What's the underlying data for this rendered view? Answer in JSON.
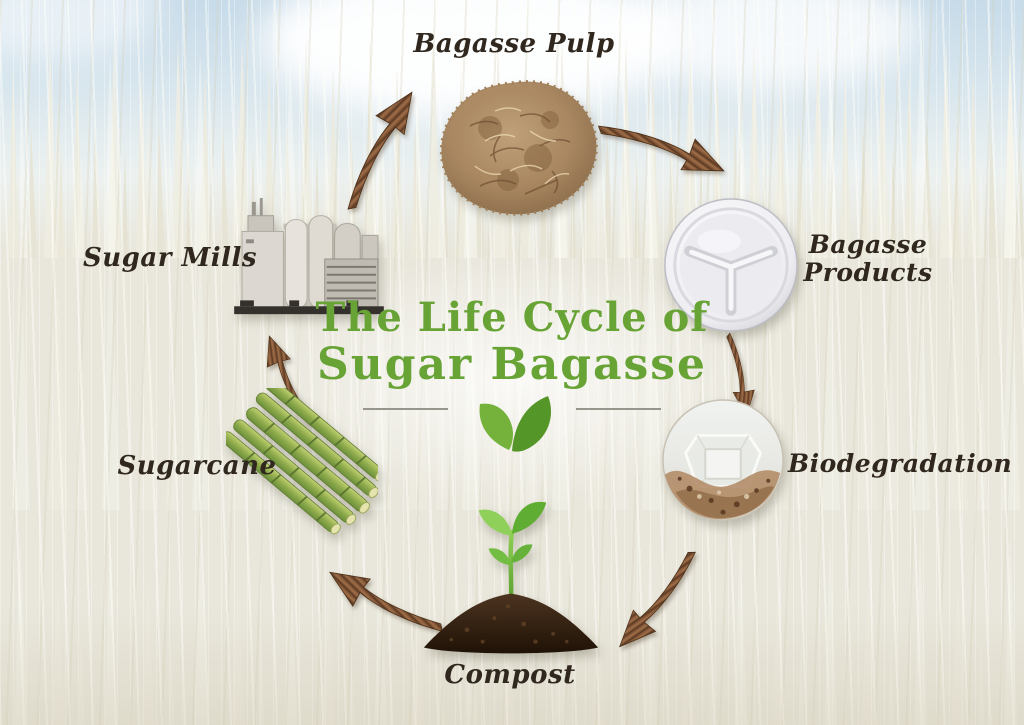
{
  "title": {
    "line1": "The Life Cycle of",
    "line2": "Sugar Bagasse"
  },
  "stages": {
    "bagasse_pulp": {
      "label": "Bagasse Pulp"
    },
    "bagasse_products": {
      "line1": "Bagasse",
      "line2": "Products"
    },
    "biodegradation": {
      "label": "Biodegradation"
    },
    "compost": {
      "label": "Compost"
    },
    "sugarcane": {
      "label": "Sugarcane"
    },
    "sugar_mills": {
      "label": "Sugar Mills"
    }
  },
  "icons": {
    "heart_leaves": "heart-leaves-icon",
    "bagasse_pulp": "bagasse-pulp-illustration",
    "bagasse_products": "compartment-plate-illustration",
    "biodegradation": "decomposing-plate-illustration",
    "compost": "soil-seedling-illustration",
    "sugarcane": "sugarcane-stalks-illustration",
    "sugar_mills": "sugar-mill-factory-illustration",
    "arrows": "wooden-cycle-arrow-icon"
  },
  "colors": {
    "title_green": "#67a335",
    "leaf_green_light": "#74b23b",
    "leaf_green_dark": "#559628",
    "label_ink": "#30281f",
    "arrow_wood": "#7a4f33",
    "sky_blue": "#c7dbe9",
    "field_cream": "#e9e7dc"
  }
}
